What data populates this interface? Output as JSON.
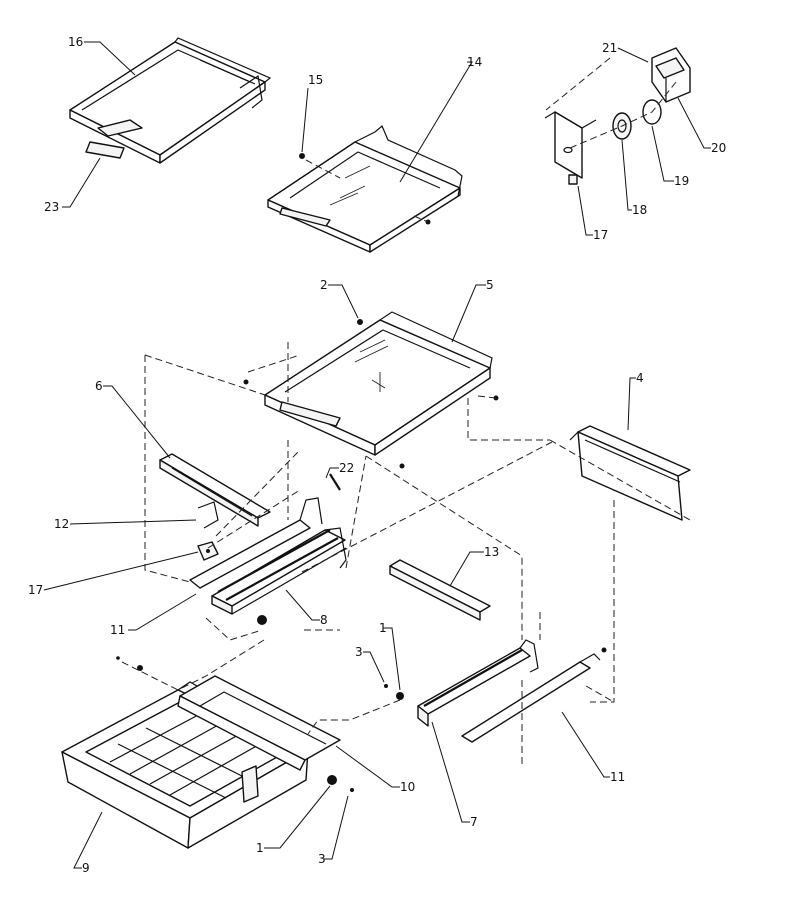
{
  "diagram": {
    "callouts": [
      {
        "id": "c16",
        "label": "16"
      },
      {
        "id": "c23",
        "label": "23"
      },
      {
        "id": "c15",
        "label": "15"
      },
      {
        "id": "c14",
        "label": "14"
      },
      {
        "id": "c21",
        "label": "21"
      },
      {
        "id": "c20",
        "label": "20"
      },
      {
        "id": "c19",
        "label": "19"
      },
      {
        "id": "c18",
        "label": "18"
      },
      {
        "id": "c17a",
        "label": "17"
      },
      {
        "id": "c2",
        "label": "2"
      },
      {
        "id": "c5",
        "label": "5"
      },
      {
        "id": "c4",
        "label": "4"
      },
      {
        "id": "c6",
        "label": "6"
      },
      {
        "id": "c22",
        "label": "22"
      },
      {
        "id": "c12",
        "label": "12"
      },
      {
        "id": "c17b",
        "label": "17"
      },
      {
        "id": "c13",
        "label": "13"
      },
      {
        "id": "c11a",
        "label": "11"
      },
      {
        "id": "c8",
        "label": "8"
      },
      {
        "id": "c1a",
        "label": "1"
      },
      {
        "id": "c3a",
        "label": "3"
      },
      {
        "id": "c11b",
        "label": "11"
      },
      {
        "id": "c7",
        "label": "7"
      },
      {
        "id": "c10",
        "label": "10"
      },
      {
        "id": "c1b",
        "label": "1"
      },
      {
        "id": "c3b",
        "label": "3"
      },
      {
        "id": "c9",
        "label": "9"
      }
    ]
  }
}
